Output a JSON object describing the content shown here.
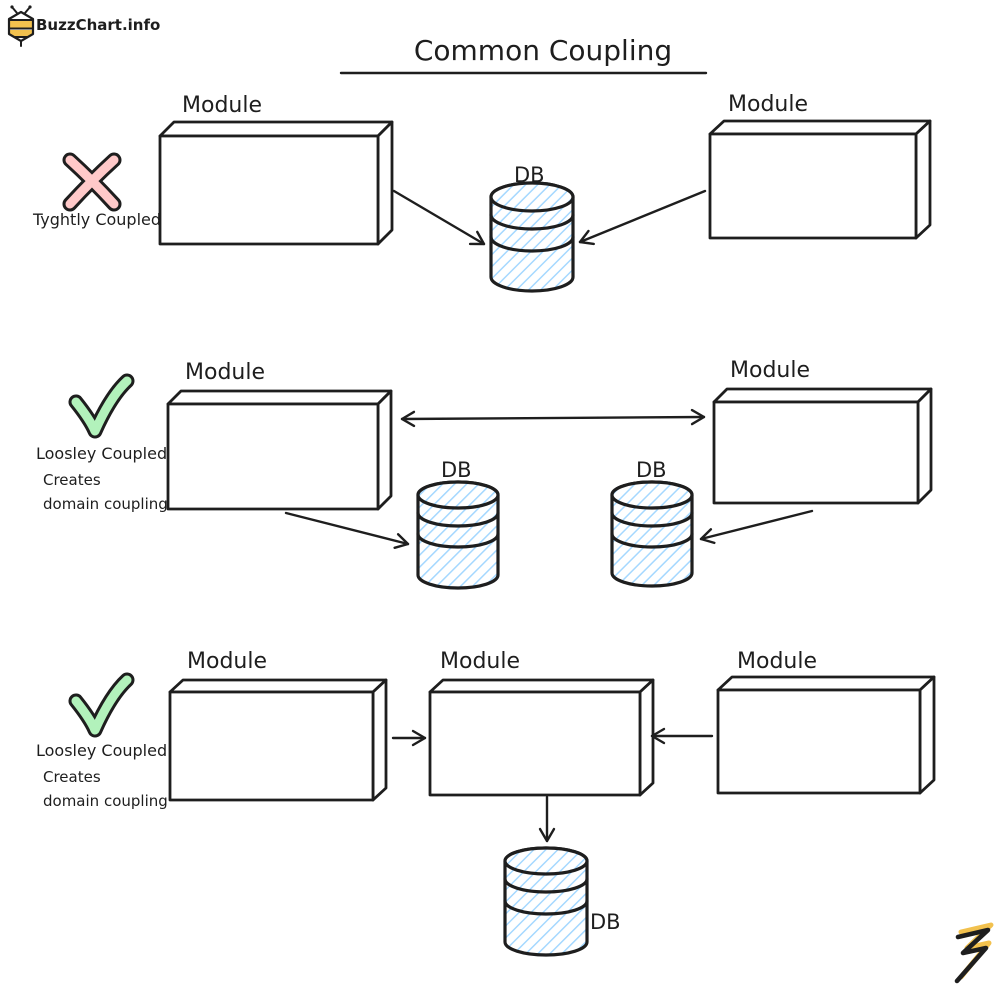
{
  "brand": {
    "name": "BuzzChart.info",
    "icon": "bee-icon"
  },
  "title": "Common Coupling",
  "rows": [
    {
      "verdict": "Tyghtly Coupled",
      "verdict_icon": "x-icon",
      "modules": [
        "Module",
        "Module"
      ],
      "dbs": [
        "DB"
      ]
    },
    {
      "verdict": "Loosley Coupled",
      "verdict_icon": "check-icon",
      "note": [
        "Creates",
        "domain coupling"
      ],
      "modules": [
        "Module",
        "Module"
      ],
      "dbs": [
        "DB",
        "DB"
      ]
    },
    {
      "verdict": "Loosley Coupled",
      "verdict_icon": "check-icon",
      "note": [
        "Creates",
        "domain coupling"
      ],
      "modules": [
        "Module",
        "Module",
        "Module"
      ],
      "dbs": [
        "DB"
      ]
    }
  ],
  "colors": {
    "ink": "#1e1e1e",
    "tight_x": "#ffc9c9",
    "loose_check": "#b2f2bb",
    "db_hatch": "#a5d8ff",
    "brand_yellow": "#f2c14e"
  }
}
